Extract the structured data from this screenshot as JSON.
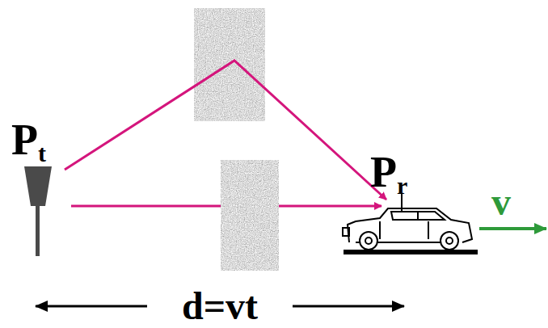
{
  "diagram": {
    "labels": [
      "Pt",
      "Pr",
      "v",
      "d=vt"
    ]
  }
}
